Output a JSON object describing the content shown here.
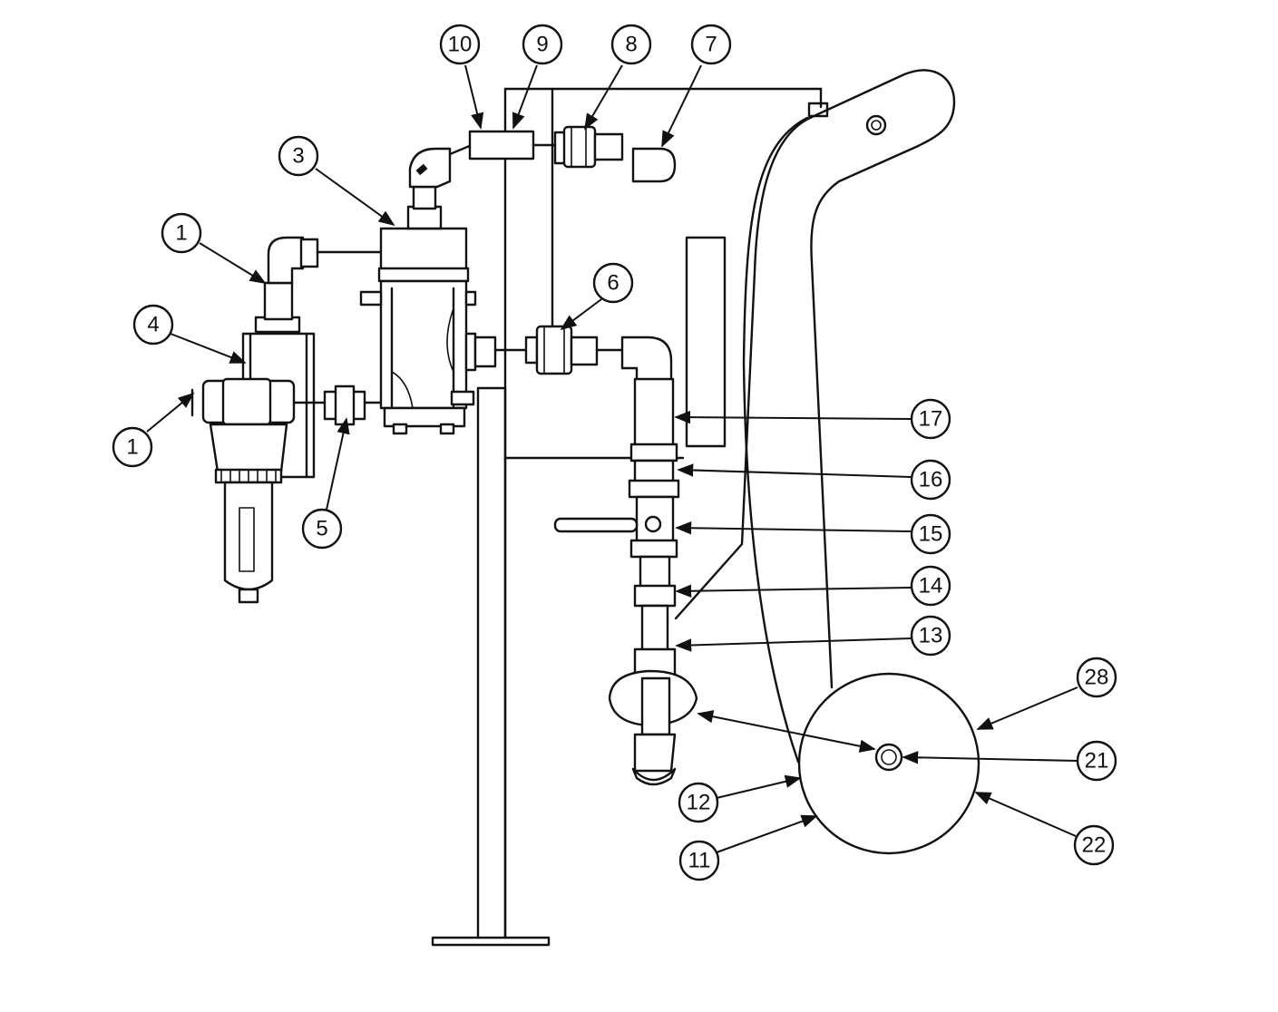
{
  "callouts": [
    {
      "id": "c10",
      "label": "10"
    },
    {
      "id": "c9",
      "label": "9"
    },
    {
      "id": "c8",
      "label": "8"
    },
    {
      "id": "c7",
      "label": "7"
    },
    {
      "id": "c3",
      "label": "3"
    },
    {
      "id": "c1a",
      "label": "1"
    },
    {
      "id": "c4",
      "label": "4"
    },
    {
      "id": "c1b",
      "label": "1"
    },
    {
      "id": "c5",
      "label": "5"
    },
    {
      "id": "c6",
      "label": "6"
    },
    {
      "id": "c17",
      "label": "17"
    },
    {
      "id": "c16",
      "label": "16"
    },
    {
      "id": "c15",
      "label": "15"
    },
    {
      "id": "c14",
      "label": "14"
    },
    {
      "id": "c13",
      "label": "13"
    },
    {
      "id": "c28",
      "label": "28"
    },
    {
      "id": "c21",
      "label": "21"
    },
    {
      "id": "c22",
      "label": "22"
    },
    {
      "id": "c12",
      "label": "12"
    },
    {
      "id": "c11",
      "label": "11"
    }
  ]
}
